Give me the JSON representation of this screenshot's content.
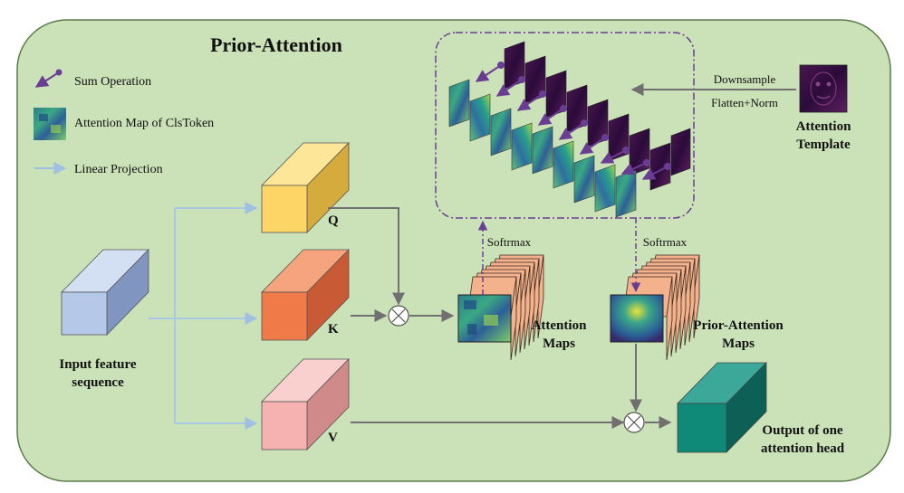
{
  "title": "Prior-Attention",
  "legend": {
    "sum_operation": "Sum Operation",
    "attention_map": "Attention Map of  ClsToken",
    "linear_projection": "Linear Projection"
  },
  "input": {
    "label_line1": "Input feature",
    "label_line2": "sequence"
  },
  "q_label": "Q",
  "k_label": "K",
  "v_label": "V",
  "softmax_left": "Softrmax",
  "softmax_right": "Softrmax",
  "attention_maps": {
    "line1": "Attention",
    "line2": "Maps"
  },
  "prior_attention_maps": {
    "line1": "Prior-Attention",
    "line2": "Maps"
  },
  "output": {
    "line1": "Output of one",
    "line2": "attention head"
  },
  "template": {
    "line1": "Attention",
    "line2": "Template"
  },
  "downsample": "Downsample",
  "flatten_norm": "Flatten+Norm",
  "colors": {
    "panel_bg": "#cbe1b7",
    "panel_border": "#5a7a4a",
    "arrow_gray": "#707070",
    "projection_blue": "#a9c8e6",
    "sum_purple": "#6a3d94",
    "q_front": "#fdd466",
    "k_front": "#f07a48",
    "v_front": "#f6b2b0",
    "input_front": "#b6c8e8",
    "output_front": "#0f8a78"
  }
}
